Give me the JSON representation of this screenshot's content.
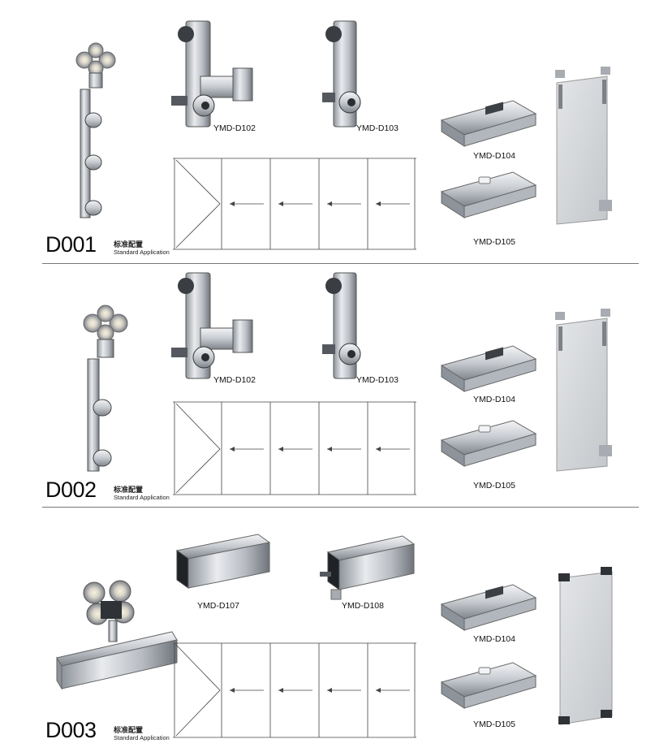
{
  "sections": [
    {
      "code": "D001",
      "subtitle_cn": "标准配置",
      "subtitle_en": "Standard Application",
      "labels": [
        "YMD-D102",
        "YMD-D103",
        "YMD-D104",
        "YMD-D105"
      ]
    },
    {
      "code": "D002",
      "subtitle_cn": "标准配置",
      "subtitle_en": "Standard Application",
      "labels": [
        "YMD-D102",
        "YMD-D103",
        "YMD-D104",
        "YMD-D105"
      ]
    },
    {
      "code": "D003",
      "subtitle_cn": "标准配置",
      "subtitle_en": "Standard Application",
      "labels": [
        "YMD-D107",
        "YMD-D108",
        "YMD-D104",
        "YMD-D105"
      ]
    }
  ],
  "colors": {
    "metal": "#c9ccd0",
    "metal_dark": "#7d8289",
    "glass": "#d9dcdf",
    "line": "#333333"
  }
}
